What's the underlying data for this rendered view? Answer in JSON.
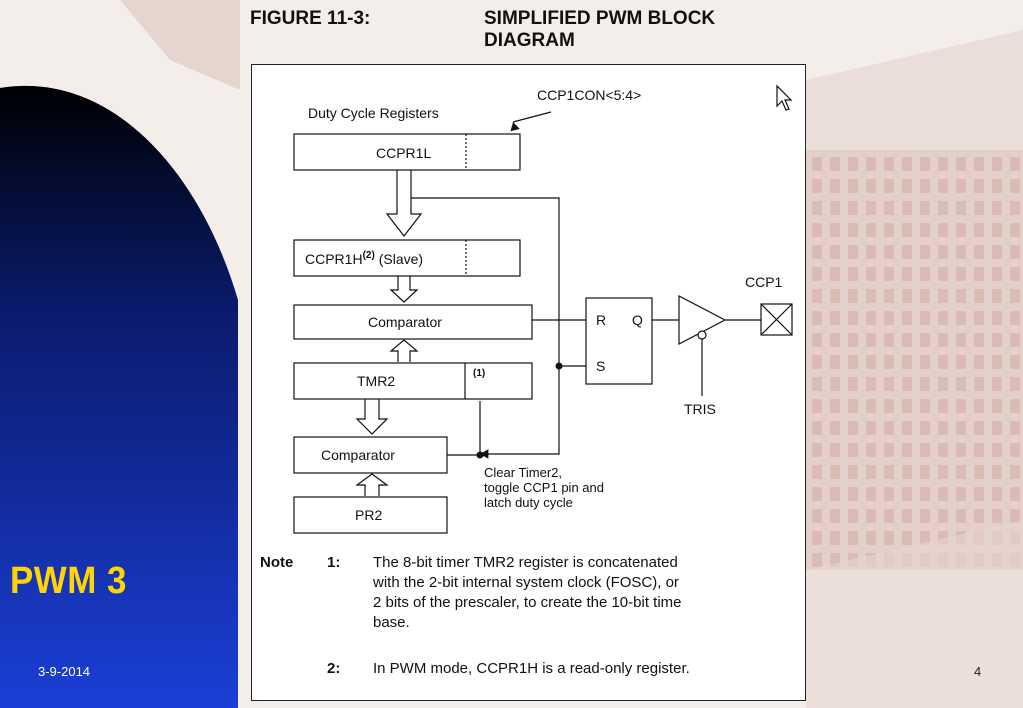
{
  "slide": {
    "title": "PWM 3",
    "date": "3-9-2014",
    "page_number": "4",
    "colors": {
      "panel_top": "#000000",
      "panel_bottom": "#1b3fd6",
      "title": "#ffd400"
    }
  },
  "figure": {
    "label": "FIGURE 11-3:",
    "title_line1": "SIMPLIFIED PWM BLOCK",
    "title_line2": "DIAGRAM"
  },
  "diagram": {
    "duty_cycle_label": "Duty Cycle Registers",
    "ccp1con_label": "CCP1CON<5:4>",
    "ccpr1l_label": "CCPR1L",
    "ccpr1h_label": "CCPR1H",
    "ccpr1h_note": "(2)",
    "ccpr1h_suffix": " (Slave)",
    "comparator_top_label": "Comparator",
    "tmr2_label": "TMR2",
    "tmr2_note": "(1)",
    "comparator_bottom_label": "Comparator",
    "pr2_label": "PR2",
    "latch_r": "R",
    "latch_q": "Q",
    "latch_s": "S",
    "output_pin": "CCP1",
    "tris_label": "TRIS",
    "clear_note_line1": "Clear Timer2,",
    "clear_note_line2": "toggle CCP1 pin and",
    "clear_note_line3": "latch duty cycle"
  },
  "notes": {
    "heading": "Note",
    "n1_number": "1:",
    "n1_line1": "The 8-bit timer TMR2 register is concatenated",
    "n1_line2": "with the 2-bit internal system clock (FOSC), or",
    "n1_line3": "2 bits of the prescaler, to create the 10-bit time",
    "n1_line4": "base.",
    "n2_number": "2:",
    "n2_text": "In PWM mode, CCPR1H is a read-only register."
  }
}
